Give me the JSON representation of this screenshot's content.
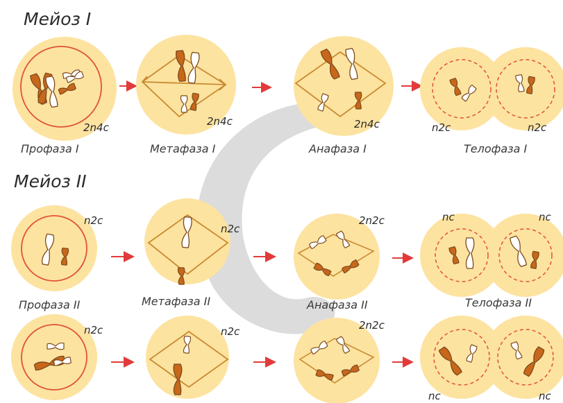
{
  "sections": [
    {
      "title": "Мейоз I",
      "phases": [
        {
          "name": "Профаза I",
          "ploidy": [
            "2n4c"
          ]
        },
        {
          "name": "Метафаза I",
          "ploidy": [
            "2n4c"
          ]
        },
        {
          "name": "Анафаза I",
          "ploidy": [
            "2n4c"
          ]
        },
        {
          "name": "Телофаза I",
          "ploidy": [
            "n2c",
            "n2c"
          ]
        }
      ]
    },
    {
      "title": "Мейоз II",
      "phases": [
        {
          "name": "Профаза II",
          "ploidy": [
            "n2c",
            "n2c"
          ]
        },
        {
          "name": "Метафаза II",
          "ploidy": [
            "n2c",
            "n2c"
          ]
        },
        {
          "name": "Анафаза II",
          "ploidy": [
            "2n2c",
            "2n2c"
          ]
        },
        {
          "name": "Телофаза II",
          "ploidy": [
            "nc",
            "nc",
            "nc",
            "nc"
          ]
        }
      ]
    }
  ],
  "colors": {
    "cell": "#fde3a0",
    "chromosome_dark": "#c8671a",
    "chromosome_light": "#ffffff",
    "outline": "#7a4a1e",
    "spindle": "#c98a30",
    "arrow": "#e23a3a",
    "membrane": "#e0503a"
  }
}
